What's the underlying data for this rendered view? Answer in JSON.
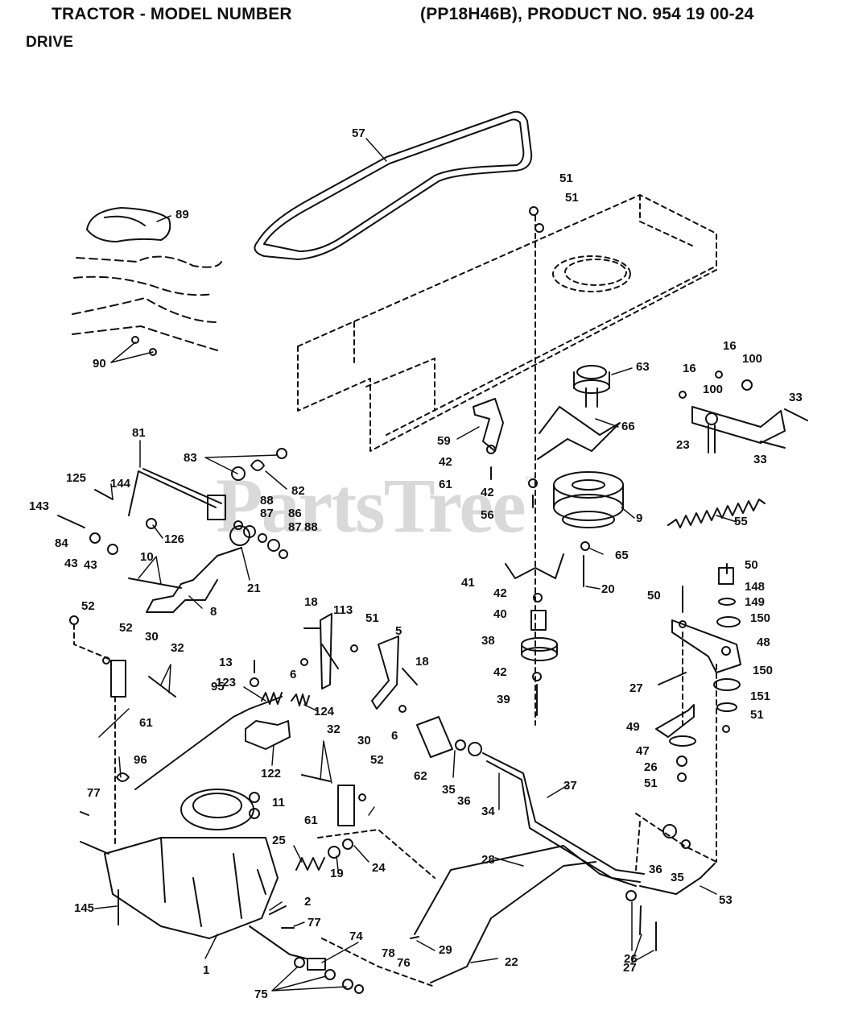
{
  "header": {
    "title_left": "TRACTOR - MODEL NUMBER",
    "title_right": "(PP18H46B), PRODUCT NO. 954 19 00-24",
    "section": "DRIVE"
  },
  "watermark": {
    "text": "PartsTree",
    "mark": "™"
  },
  "colors": {
    "ink": "#111111",
    "watermark": "#d9d9d9",
    "background": "#ffffff"
  },
  "callouts": [
    {
      "id": "c57",
      "text": "57"
    },
    {
      "id": "c51a",
      "text": "51"
    },
    {
      "id": "c51b",
      "text": "51"
    },
    {
      "id": "c89",
      "text": "89"
    },
    {
      "id": "c90",
      "text": "90"
    },
    {
      "id": "c63",
      "text": "63"
    },
    {
      "id": "c16a",
      "text": "16"
    },
    {
      "id": "c16b",
      "text": "16"
    },
    {
      "id": "c100a",
      "text": "100"
    },
    {
      "id": "c100b",
      "text": "100"
    },
    {
      "id": "c33a",
      "text": "33"
    },
    {
      "id": "c33b",
      "text": "33"
    },
    {
      "id": "c23",
      "text": "23"
    },
    {
      "id": "c66",
      "text": "66"
    },
    {
      "id": "c59",
      "text": "59"
    },
    {
      "id": "c42a",
      "text": "42"
    },
    {
      "id": "c61a",
      "text": "61"
    },
    {
      "id": "c42b",
      "text": "42"
    },
    {
      "id": "c56",
      "text": "56"
    },
    {
      "id": "c9",
      "text": "9"
    },
    {
      "id": "c55",
      "text": "55"
    },
    {
      "id": "c81",
      "text": "81"
    },
    {
      "id": "c83",
      "text": "83"
    },
    {
      "id": "c82",
      "text": "82"
    },
    {
      "id": "c125",
      "text": "125"
    },
    {
      "id": "c144",
      "text": "144"
    },
    {
      "id": "c143",
      "text": "143"
    },
    {
      "id": "c88a",
      "text": "88"
    },
    {
      "id": "c87a",
      "text": "87"
    },
    {
      "id": "c86",
      "text": "86"
    },
    {
      "id": "c87b",
      "text": "87"
    },
    {
      "id": "c88b",
      "text": "88"
    },
    {
      "id": "c84",
      "text": "84"
    },
    {
      "id": "c126",
      "text": "126"
    },
    {
      "id": "c43a",
      "text": "43"
    },
    {
      "id": "c43b",
      "text": "43"
    },
    {
      "id": "c10",
      "text": "10"
    },
    {
      "id": "c21",
      "text": "21"
    },
    {
      "id": "c65",
      "text": "65"
    },
    {
      "id": "c41",
      "text": "41"
    },
    {
      "id": "c20",
      "text": "20"
    },
    {
      "id": "c50a",
      "text": "50"
    },
    {
      "id": "c50b",
      "text": "50"
    },
    {
      "id": "c148",
      "text": "148"
    },
    {
      "id": "c149",
      "text": "149"
    },
    {
      "id": "c150a",
      "text": "150"
    },
    {
      "id": "c8",
      "text": "8"
    },
    {
      "id": "c52a",
      "text": "52"
    },
    {
      "id": "c18a",
      "text": "18"
    },
    {
      "id": "c113",
      "text": "113"
    },
    {
      "id": "c52b",
      "text": "52"
    },
    {
      "id": "c30a",
      "text": "30"
    },
    {
      "id": "c32a",
      "text": "32"
    },
    {
      "id": "c51c",
      "text": "51"
    },
    {
      "id": "c5",
      "text": "5"
    },
    {
      "id": "c18b",
      "text": "18"
    },
    {
      "id": "c42c",
      "text": "42"
    },
    {
      "id": "c40",
      "text": "40"
    },
    {
      "id": "c38",
      "text": "38"
    },
    {
      "id": "c48",
      "text": "48"
    },
    {
      "id": "c13",
      "text": "13"
    },
    {
      "id": "c123",
      "text": "123"
    },
    {
      "id": "c6a",
      "text": "6"
    },
    {
      "id": "c42d",
      "text": "42"
    },
    {
      "id": "c27a",
      "text": "27"
    },
    {
      "id": "c150b",
      "text": "150"
    },
    {
      "id": "c95",
      "text": "95"
    },
    {
      "id": "c39",
      "text": "39"
    },
    {
      "id": "c151",
      "text": "151"
    },
    {
      "id": "c61b",
      "text": "61"
    },
    {
      "id": "c124",
      "text": "124"
    },
    {
      "id": "c6b",
      "text": "6"
    },
    {
      "id": "c51d",
      "text": "51"
    },
    {
      "id": "c49",
      "text": "49"
    },
    {
      "id": "c32b",
      "text": "32"
    },
    {
      "id": "c30b",
      "text": "30"
    },
    {
      "id": "c47",
      "text": "47"
    },
    {
      "id": "c96",
      "text": "96"
    },
    {
      "id": "c122",
      "text": "122"
    },
    {
      "id": "c52c",
      "text": "52"
    },
    {
      "id": "c62",
      "text": "62"
    },
    {
      "id": "c35a",
      "text": "35"
    },
    {
      "id": "c36a",
      "text": "36"
    },
    {
      "id": "c26a",
      "text": "26"
    },
    {
      "id": "c51e",
      "text": "51"
    },
    {
      "id": "c37",
      "text": "37"
    },
    {
      "id": "c77a",
      "text": "77"
    },
    {
      "id": "c11",
      "text": "11"
    },
    {
      "id": "c61c",
      "text": "61"
    },
    {
      "id": "c34",
      "text": "34"
    },
    {
      "id": "c25",
      "text": "25"
    },
    {
      "id": "c28",
      "text": "28"
    },
    {
      "id": "c36b",
      "text": "36"
    },
    {
      "id": "c35b",
      "text": "35"
    },
    {
      "id": "c19",
      "text": "19"
    },
    {
      "id": "c24",
      "text": "24"
    },
    {
      "id": "c53",
      "text": "53"
    },
    {
      "id": "c145",
      "text": "145"
    },
    {
      "id": "c2",
      "text": "2"
    },
    {
      "id": "c77b",
      "text": "77"
    },
    {
      "id": "c29",
      "text": "29"
    },
    {
      "id": "c74",
      "text": "74"
    },
    {
      "id": "c1",
      "text": "1"
    },
    {
      "id": "c78",
      "text": "78"
    },
    {
      "id": "c76",
      "text": "76"
    },
    {
      "id": "c22",
      "text": "22"
    },
    {
      "id": "c26b",
      "text": "26"
    },
    {
      "id": "c27b",
      "text": "27"
    },
    {
      "id": "c75",
      "text": "75"
    }
  ]
}
